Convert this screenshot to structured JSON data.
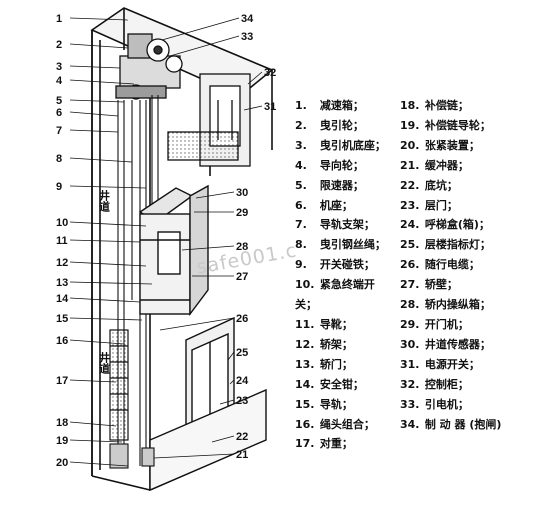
{
  "callouts_left": [
    "1",
    "2",
    "3",
    "4",
    "5",
    "6",
    "7",
    "8",
    "9",
    "10",
    "11",
    "12",
    "13",
    "14",
    "15",
    "16",
    "17",
    "18",
    "19",
    "20"
  ],
  "callouts_right": [
    "34",
    "33",
    "32",
    "31",
    "30",
    "29",
    "28",
    "27",
    "26",
    "25",
    "24",
    "23",
    "22",
    "21"
  ],
  "shaft_labels": [
    "井道",
    "井道"
  ],
  "legend_left": [
    {
      "no": "1.",
      "text": "减速箱；"
    },
    {
      "no": "2.",
      "text": "曳引轮；"
    },
    {
      "no": "3.",
      "text": "曳引机底座；"
    },
    {
      "no": "4.",
      "text": "导向轮；"
    },
    {
      "no": "5.",
      "text": "限速器；"
    },
    {
      "no": "6.",
      "text": "机座；"
    },
    {
      "no": "7.",
      "text": "导轨支架；"
    },
    {
      "no": "8.",
      "text": "曳引钢丝绳；"
    },
    {
      "no": "9.",
      "text": "开关碰铁；"
    },
    {
      "no": "10.",
      "text": "紧急终端开关；"
    },
    {
      "no": "11.",
      "text": "导靴；"
    },
    {
      "no": "12.",
      "text": "轿架；"
    },
    {
      "no": "13.",
      "text": "轿门；"
    },
    {
      "no": "14.",
      "text": "安全钳；"
    },
    {
      "no": "15.",
      "text": "导轨；"
    },
    {
      "no": "16.",
      "text": "绳头组合；"
    },
    {
      "no": "17.",
      "text": "对重；"
    }
  ],
  "legend_right": [
    {
      "no": "18.",
      "text": "补偿链；"
    },
    {
      "no": "19.",
      "text": "补偿链导轮；"
    },
    {
      "no": "20.",
      "text": "张紧装置；"
    },
    {
      "no": "21.",
      "text": "缓冲器；"
    },
    {
      "no": "22.",
      "text": "底坑；"
    },
    {
      "no": "23.",
      "text": "层门；"
    },
    {
      "no": "24.",
      "text": "呼梯盒(箱)；"
    },
    {
      "no": "25.",
      "text": "层楼指标灯；"
    },
    {
      "no": "26.",
      "text": "随行电缆；"
    },
    {
      "no": "27.",
      "text": "轿壁；"
    },
    {
      "no": "28.",
      "text": "轿内操纵箱；"
    },
    {
      "no": "29.",
      "text": "开门机；"
    },
    {
      "no": "30.",
      "text": "井道传感器；"
    },
    {
      "no": "31.",
      "text": "电源开关；"
    },
    {
      "no": "32.",
      "text": "控制柜；"
    },
    {
      "no": "33.",
      "text": "引电机；"
    },
    {
      "no": "34.",
      "text": "制 动 器 (抱闸)"
    }
  ],
  "watermark": "safe001.c"
}
